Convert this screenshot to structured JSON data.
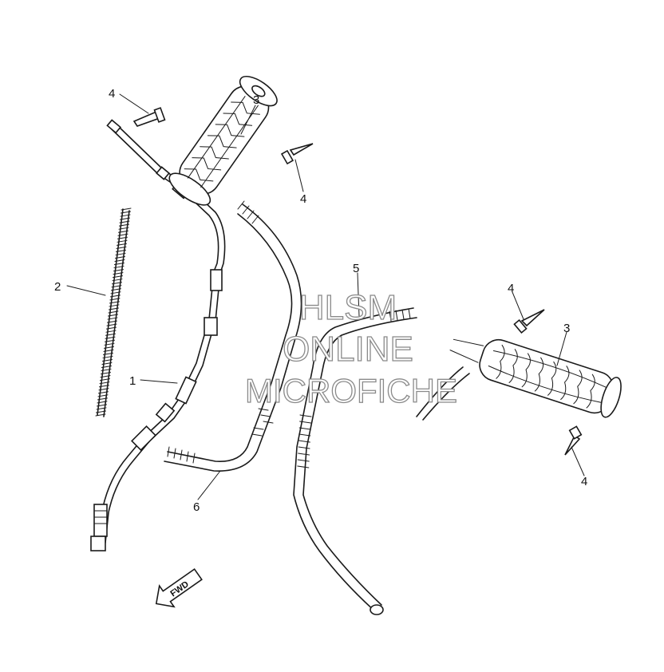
{
  "callouts": {
    "c1": "1",
    "c2": "2",
    "c3a": "3",
    "c3b": "3",
    "c4a": "4",
    "c4b": "4",
    "c4c": "4",
    "c4d": "4",
    "c5": "5",
    "c6": "6"
  },
  "watermark": {
    "line1": "HLSM",
    "line2": "ONLINE",
    "line3": "MICROFICHE"
  },
  "fwd_label": "FWD"
}
